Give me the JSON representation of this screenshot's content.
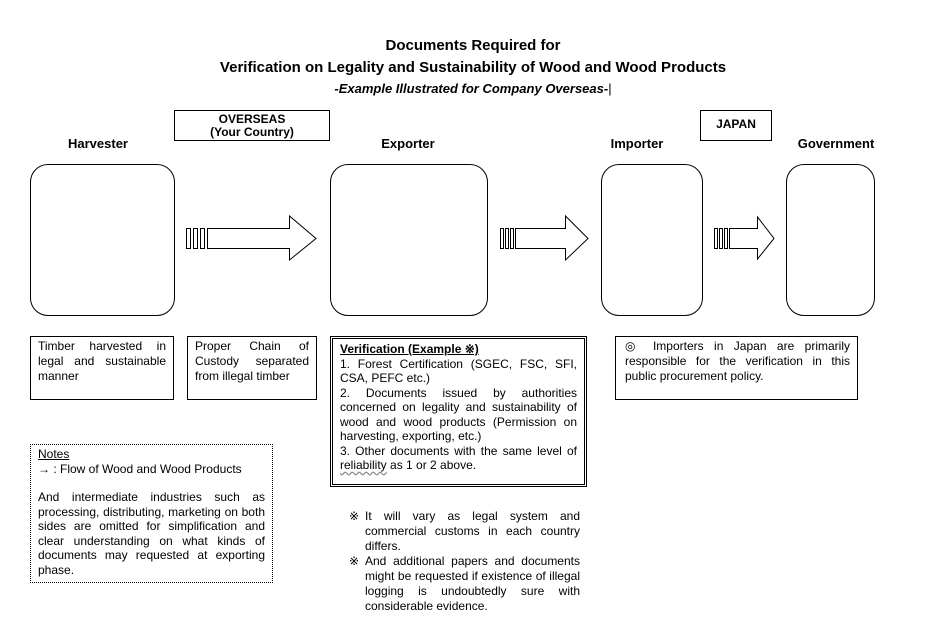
{
  "title": {
    "line1": "Documents Required for",
    "line2": "Verification on Legality and Sustainability of Wood and Wood Products",
    "subtitle": "-Example Illustrated for Company Overseas-"
  },
  "regions": {
    "overseas_line1": "OVERSEAS",
    "overseas_line2": "(Your Country)",
    "japan": "JAPAN"
  },
  "actors": [
    "Harvester",
    "Exporter",
    "Importer",
    "Government"
  ],
  "descriptions": {
    "harvester": "Timber harvested in legal and sustainable manner",
    "chain": "Proper Chain of Custody separated from illegal timber",
    "importer": "◎ Importers in Japan are primarily responsible for the verification in this public procurement policy."
  },
  "verification": {
    "title": "Verification (Example ※)",
    "items": [
      "1. Forest Certification (SGEC, FSC, SFI, CSA, PEFC etc.)",
      "2. Documents issued by authorities concerned on legality and sustainability of wood and wood products (Permission on harvesting, exporting, etc.)",
      "3. Other documents with the same level of"
    ],
    "item3_wavy": "reliability",
    "item3_end": " as 1 or 2 above."
  },
  "notes": {
    "title": "Notes",
    "arrow_line": "→ :  Flow of Wood and Wood Products",
    "body": "And intermediate industries such as processing, distributing, marketing on both sides are omitted for simplification and clear understanding on what kinds of documents may requested at exporting phase."
  },
  "footnotes": [
    {
      "symbol": "※",
      "text": "It will vary as legal system and commercial customs in each country differs."
    },
    {
      "symbol": "※",
      "text": "And additional papers and documents might be requested if existence of illegal logging is undoubtedly sure with considerable evidence."
    }
  ]
}
